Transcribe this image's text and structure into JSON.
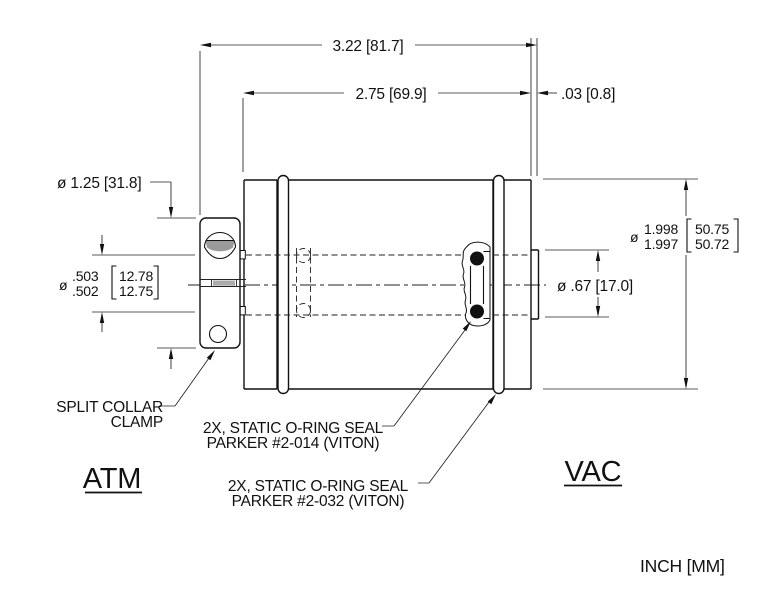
{
  "drawing": {
    "units_note": "INCH [MM]",
    "zones": {
      "atmosphere_side": "ATM",
      "vacuum_side": "VAC"
    },
    "dims": {
      "overall_length": "3.22 [81.7]",
      "body_length": "2.75 [69.9]",
      "pilot_protrusion": ".03 [0.8]",
      "clamp_od": "ø 1.25 [31.8]",
      "boss_bore": "ø .67 [17.0]",
      "shaft_dia": {
        "symbol": "ø",
        "inch_max": ".503",
        "inch_min": ".502",
        "mm_max": "12.78",
        "mm_min": "12.75"
      },
      "body_od": {
        "symbol": "ø",
        "inch_max": "1.998",
        "inch_min": "1.997",
        "mm_max": "50.75",
        "mm_min": "50.72"
      }
    },
    "callouts": {
      "clamp": [
        "SPLIT COLLAR",
        "CLAMP"
      ],
      "oring_shaft": [
        "2X, STATIC O-RING SEAL",
        "PARKER #2-014 (VITON)"
      ],
      "oring_face": [
        "2X, STATIC O-RING SEAL",
        "PARKER #2-032 (VITON)"
      ]
    },
    "ink_color": "#111111"
  }
}
